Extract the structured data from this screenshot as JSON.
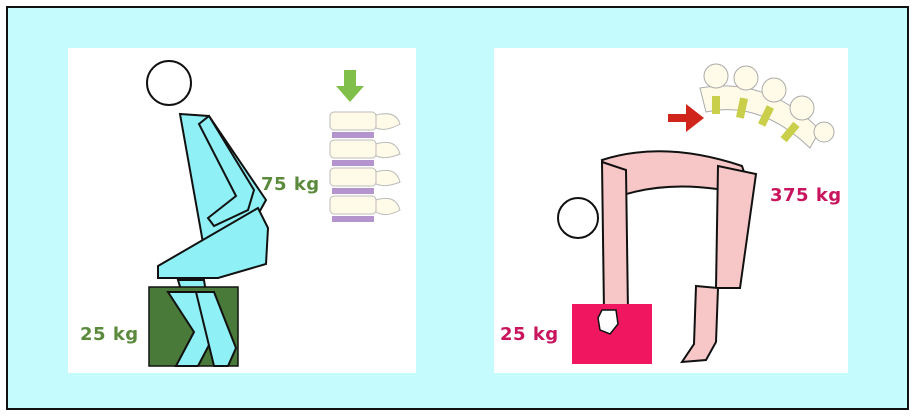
{
  "left_panel": {
    "load_label": "25 kg",
    "spine_label": "75 kg",
    "colors": {
      "body": "#8ff0f5",
      "box": "#4a7a3a",
      "label": "#5b8a3c",
      "arrow": "#7fbf4a",
      "disc": "#b494cc"
    }
  },
  "right_panel": {
    "load_label": "25 kg",
    "spine_label": "375 kg",
    "colors": {
      "body": "#f7c7c7",
      "box": "#f0165f",
      "label": "#c8155d",
      "arrow": "#d0251a",
      "disc": "#c9cf4a"
    }
  }
}
